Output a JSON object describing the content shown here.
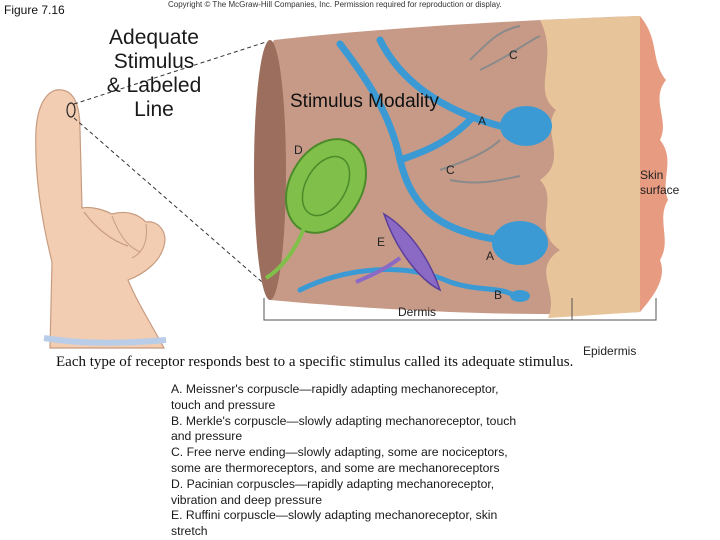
{
  "figure_label": "Figure 7.16",
  "copyright": "Copyright © The McGraw-Hill Companies, Inc. Permission required for reproduction or display.",
  "stimulus_label": [
    "Adequate",
    "Stimulus",
    "& Labeled",
    "Line"
  ],
  "modality_label": "Stimulus Modality",
  "receptor_letters": {
    "c_top": "C",
    "a_top": "A",
    "d": "D",
    "c_mid": "C",
    "e": "E",
    "a_bottom": "A",
    "b": "B"
  },
  "skin_surface_label": [
    "Skin",
    "surface"
  ],
  "dermis_label": "Dermis",
  "epidermis_label": "Epidermis",
  "caption": "Each type of receptor responds best to a specific stimulus called its adequate stimulus.",
  "legend_lines": [
    "A. Meissner's corpuscle—rapidly adapting mechanoreceptor,",
    "touch and pressure",
    "B. Merkle's corpuscle—slowly adapting mechanoreceptor, touch",
    "and pressure",
    "C. Free nerve ending—slowly adapting, some are nociceptors,",
    "some are thermoreceptors, and some are mechanoreceptors",
    "D. Pacinian corpuscles—rapidly adapting mechanoreceptor,",
    "vibration and deep pressure",
    "E. Ruffini corpuscle—slowly adapting mechanoreceptor, skin",
    "stretch"
  ],
  "colors": {
    "skin_tissue": "#c79a88",
    "nerve": "#3b9ad4",
    "pacinian": "#7fbf4a",
    "ruffini": "#8a6ac4",
    "epidermis": "#e8c49a",
    "finger": "#f2cdb2"
  }
}
